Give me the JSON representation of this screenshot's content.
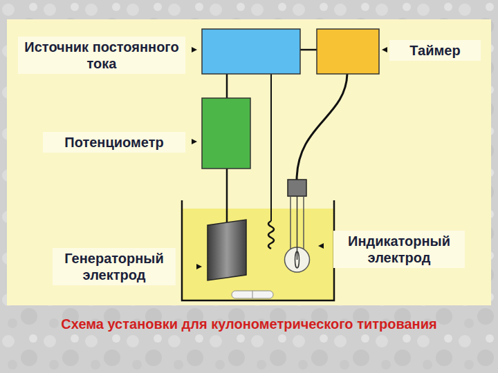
{
  "diagram": {
    "caption": "Схема установки для кулонометрического титрования",
    "nodes": [
      {
        "text": [
          "Источник постоянного тока"
        ]
      },
      {
        "text": [
          "Таймер"
        ]
      },
      {
        "text": [
          "Потенциометр"
        ]
      },
      {
        "text": [
          "Индикаторный электрод"
        ]
      },
      {
        "text": [
          "Генераторный электрод"
        ]
      }
    ]
  }
}
